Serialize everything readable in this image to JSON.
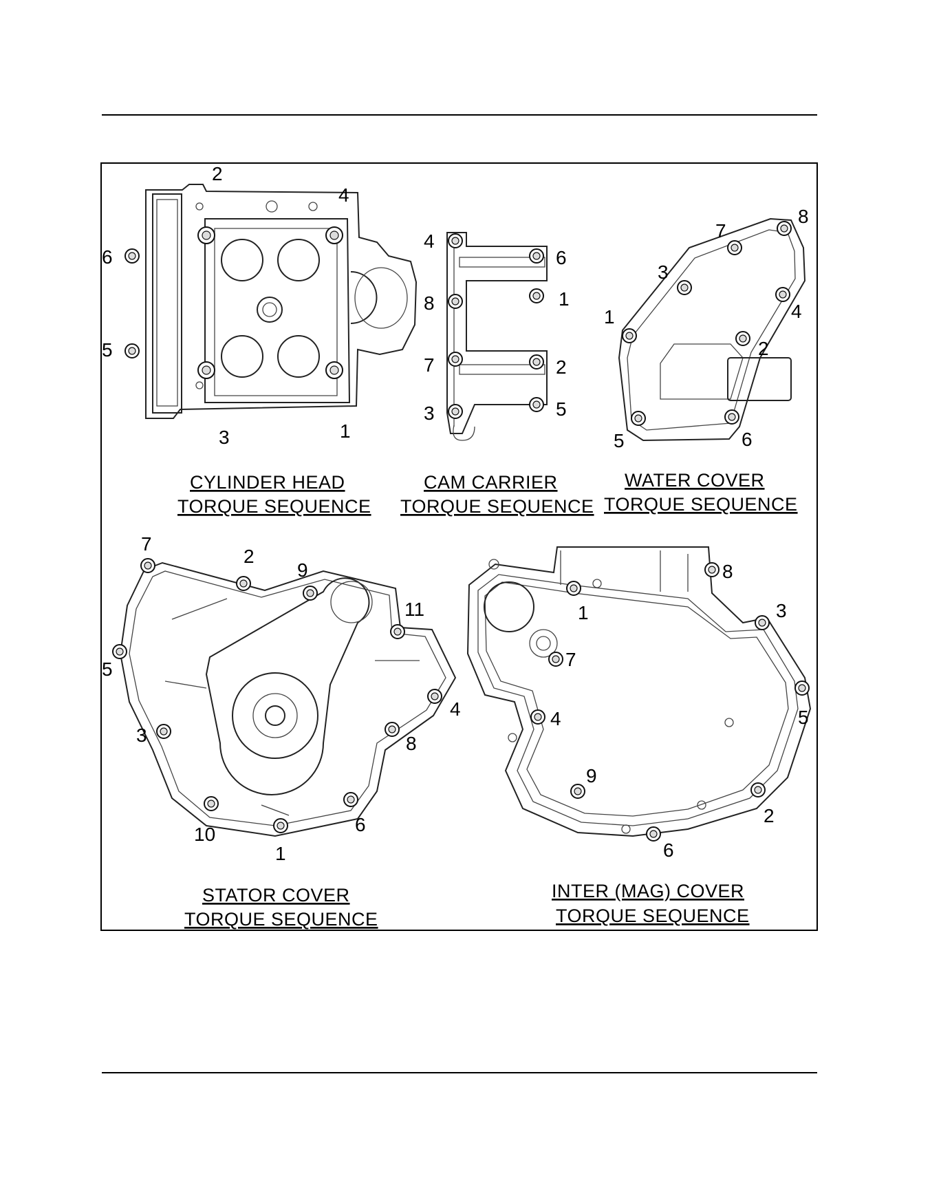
{
  "panels": {
    "cylinder_head": {
      "title_line1": "CYLINDER HEAD",
      "title_line2": "TORQUE SEQUENCE",
      "labels": [
        "2",
        "4",
        "6",
        "5",
        "3",
        "1"
      ]
    },
    "cam_carrier": {
      "title_line1": "CAM CARRIER",
      "title_line2": "TORQUE SEQUENCE",
      "labels": [
        "4",
        "6",
        "8",
        "1",
        "7",
        "2",
        "3",
        "5"
      ]
    },
    "water_cover": {
      "title_line1": "WATER COVER",
      "title_line2": "TORQUE SEQUENCE",
      "labels": [
        "8",
        "7",
        "3",
        "1",
        "4",
        "2",
        "5",
        "6"
      ]
    },
    "stator_cover": {
      "title_line1": "STATOR COVER",
      "title_line2": "TORQUE SEQUENCE",
      "labels": [
        "7",
        "2",
        "9",
        "11",
        "5",
        "4",
        "3",
        "8",
        "10",
        "6",
        "1"
      ]
    },
    "inter_cover": {
      "title_line1": "INTER (MAG) COVER",
      "title_line2": "TORQUE SEQUENCE",
      "labels": [
        "8",
        "1",
        "3",
        "7",
        "5",
        "4",
        "9",
        "2",
        "6"
      ]
    }
  }
}
